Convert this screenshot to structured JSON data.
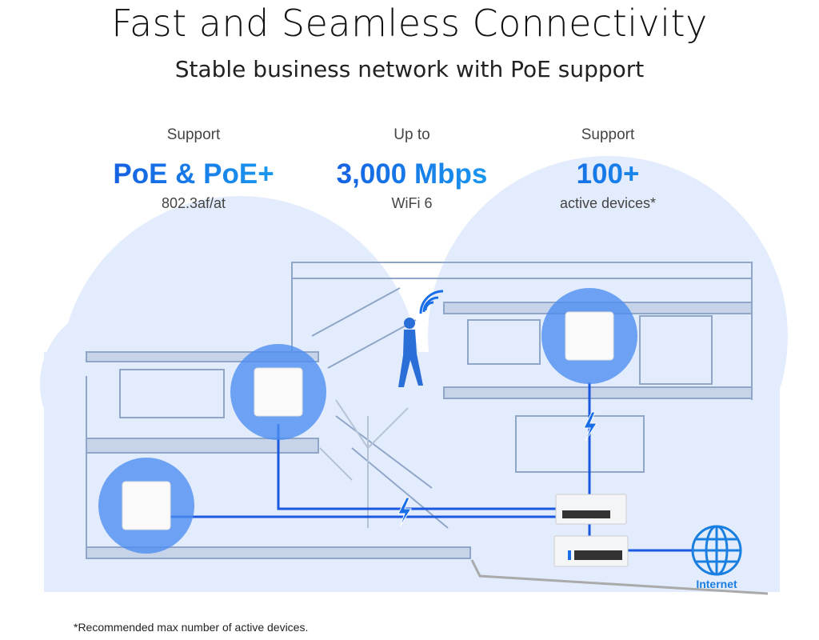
{
  "header": {
    "title": "Fast and Seamless Connectivity",
    "subtitle": "Stable business network with PoE support"
  },
  "stats": [
    {
      "label": "Support",
      "value": "PoE & PoE+",
      "detail": "802.3af/at"
    },
    {
      "label": "Up to",
      "value": "3,000 Mbps",
      "detail": "WiFi 6"
    },
    {
      "label": "Support",
      "value": "100+",
      "detail": "active devices*"
    }
  ],
  "diagram": {
    "internet_label": "Internet",
    "accent": "#1a6fe8",
    "icons": [
      "access-point-icon",
      "poe-bolt-icon",
      "switch-icon",
      "globe-icon",
      "wifi-icon"
    ]
  },
  "footnote": "*Recommended max number of active devices."
}
